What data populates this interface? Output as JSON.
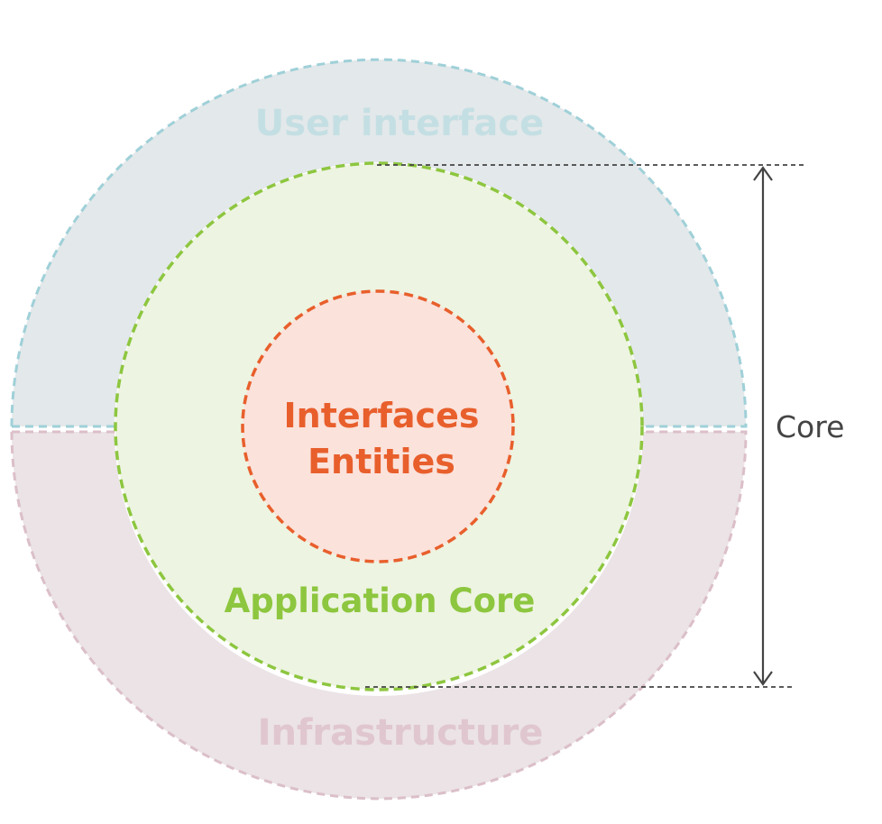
{
  "layers": {
    "user_interface": {
      "label": "User interface",
      "fill": "#e3e8ea",
      "stroke": "#9fd0d8",
      "text_color": "#c4dfe3"
    },
    "infrastructure": {
      "label": "Infrastructure",
      "fill": "#ebe3e6",
      "stroke": "#dbbfc8",
      "text_color": "#e0c6cf"
    },
    "application_core": {
      "label": "Application Core",
      "fill": "#edf4e1",
      "stroke": "#8dc63f",
      "text_color": "#8dc63f"
    },
    "domain": {
      "label_line1": "Interfaces",
      "label_line2": "Entities",
      "fill": "#fbe2db",
      "stroke": "#e85f2c",
      "text_color": "#e85f2c"
    }
  },
  "bracket": {
    "label": "Core",
    "color": "#444444"
  }
}
